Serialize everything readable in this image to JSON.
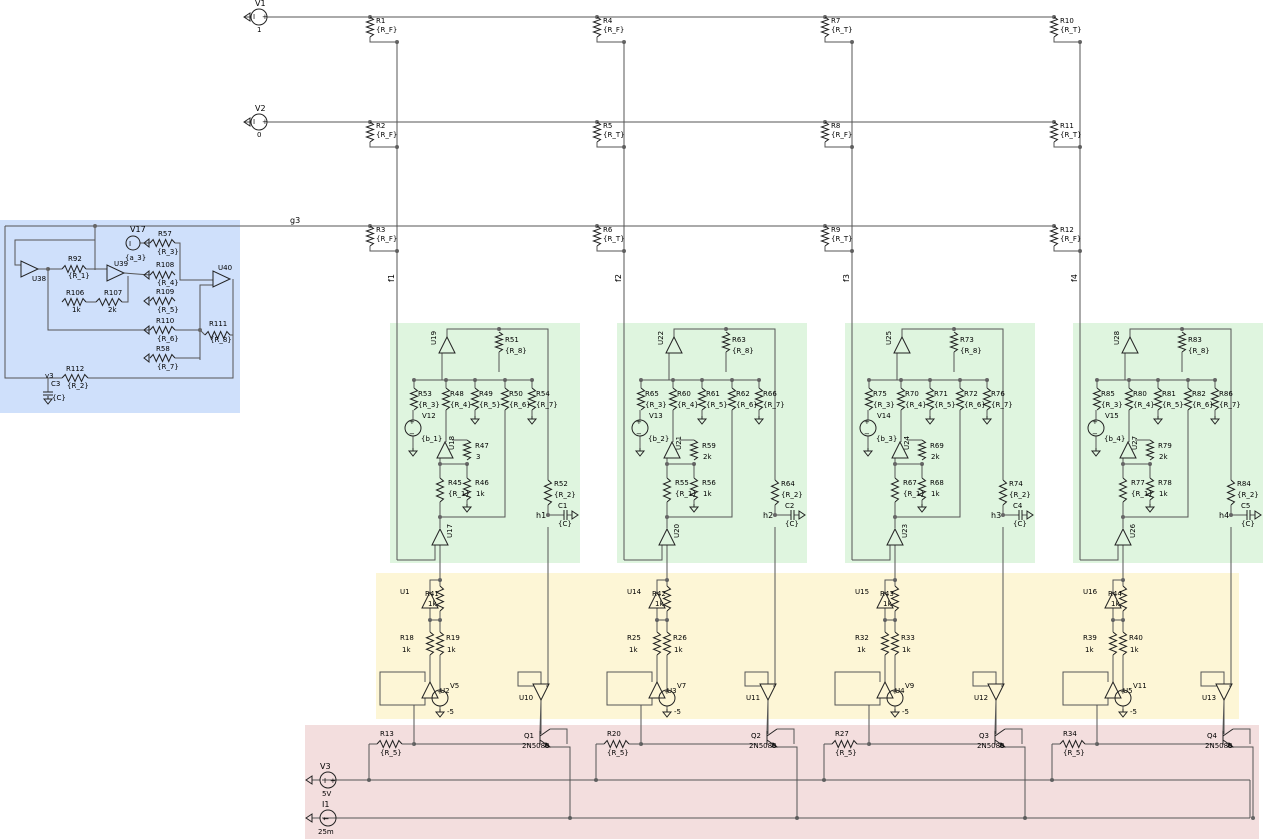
{
  "sources": {
    "v1": {
      "name": "V1",
      "value": "1"
    },
    "v2": {
      "name": "V2",
      "value": "0"
    }
  },
  "net_g3": "g3",
  "input_resistors": [
    {
      "col": 0,
      "row": 0,
      "name": "R1",
      "value": "{R_F}"
    },
    {
      "col": 1,
      "row": 0,
      "name": "R4",
      "value": "{R_F}"
    },
    {
      "col": 2,
      "row": 0,
      "name": "R7",
      "value": "{R_T}"
    },
    {
      "col": 3,
      "row": 0,
      "name": "R10",
      "value": "{R_T}"
    },
    {
      "col": 0,
      "row": 1,
      "name": "R2",
      "value": "{R_F}"
    },
    {
      "col": 1,
      "row": 1,
      "name": "R5",
      "value": "{R_T}"
    },
    {
      "col": 2,
      "row": 1,
      "name": "R8",
      "value": "{R_F}"
    },
    {
      "col": 3,
      "row": 1,
      "name": "R11",
      "value": "{R_T}"
    },
    {
      "col": 0,
      "row": 2,
      "name": "R3",
      "value": "{R_F}"
    },
    {
      "col": 1,
      "row": 2,
      "name": "R6",
      "value": "{R_T}"
    },
    {
      "col": 2,
      "row": 2,
      "name": "R9",
      "value": "{R_T}"
    },
    {
      "col": 3,
      "row": 2,
      "name": "R12",
      "value": "{R_F}"
    }
  ],
  "blue_block": {
    "v17": {
      "name": "V17",
      "value": "{a_3}"
    },
    "opamps": [
      "U38",
      "U39",
      "U40"
    ],
    "resistors": [
      {
        "name": "R57",
        "value": "{R_3}"
      },
      {
        "name": "R92",
        "value": "{R_1}"
      },
      {
        "name": "R108",
        "value": "{R_4}"
      },
      {
        "name": "R106",
        "value": "1k"
      },
      {
        "name": "R107",
        "value": "2k"
      },
      {
        "name": "R109",
        "value": "{R_5}"
      },
      {
        "name": "R110",
        "value": "{R_6}"
      },
      {
        "name": "R111",
        "value": "{R_8}"
      },
      {
        "name": "R58",
        "value": "{R_7}"
      },
      {
        "name": "R112",
        "value": "{R_2}"
      }
    ],
    "cap": {
      "name": "C3",
      "value": "{C}",
      "net": "v3"
    }
  },
  "neurons": [
    {
      "fnet": "f1",
      "hnet": "h1",
      "opamps": {
        "top": "U19",
        "mid": "U18",
        "bot": "U17"
      },
      "r_top": {
        "name": "R51",
        "value": "{R_8}"
      },
      "r_row": [
        {
          "name": "R53",
          "value": "{R_3}"
        },
        {
          "name": "R48",
          "value": "{R_4}"
        },
        {
          "name": "R49",
          "value": "{R_5}"
        },
        {
          "name": "R50",
          "value": "{R_6}"
        },
        {
          "name": "R54",
          "value": "{R_7}"
        }
      ],
      "src": {
        "name": "V12",
        "value": "{b_1}"
      },
      "r_mid": {
        "name": "R47",
        "value": "3"
      },
      "r_a": {
        "name": "R45",
        "value": "{R_1}"
      },
      "r_b": {
        "name": "R46",
        "value": "1k"
      },
      "r_out": {
        "name": "R52",
        "value": "{R_2}"
      },
      "cap": {
        "name": "C1",
        "value": "{C}"
      },
      "y": {
        "opamps": [
          "U1",
          "U2",
          "U10"
        ],
        "r41": {
          "name": "R41",
          "value": "1k"
        },
        "r18": {
          "name": "R18",
          "value": "1k"
        },
        "r19": {
          "name": "R19",
          "value": "1k"
        },
        "vs": {
          "name": "V5",
          "value": "-5"
        }
      },
      "p": {
        "r": {
          "name": "R13",
          "value": "{R_5}"
        },
        "q": {
          "name": "Q1",
          "value": "2N5088"
        }
      }
    },
    {
      "fnet": "f2",
      "hnet": "h2",
      "opamps": {
        "top": "U22",
        "mid": "U21",
        "bot": "U20"
      },
      "r_top": {
        "name": "R63",
        "value": "{R_8}"
      },
      "r_row": [
        {
          "name": "R65",
          "value": "{R_3}"
        },
        {
          "name": "R60",
          "value": "{R_4}"
        },
        {
          "name": "R61",
          "value": "{R_5}"
        },
        {
          "name": "R62",
          "value": "{R_6}"
        },
        {
          "name": "R66",
          "value": "{R_7}"
        }
      ],
      "src": {
        "name": "V13",
        "value": "{b_2}"
      },
      "r_mid": {
        "name": "R59",
        "value": "2k"
      },
      "r_a": {
        "name": "R55",
        "value": "{R_1}"
      },
      "r_b": {
        "name": "R56",
        "value": "1k"
      },
      "r_out": {
        "name": "R64",
        "value": "{R_2}"
      },
      "cap": {
        "name": "C2",
        "value": "{C}"
      },
      "y": {
        "opamps": [
          "U14",
          "U3",
          "U11"
        ],
        "r41": {
          "name": "R42",
          "value": "1k"
        },
        "r18": {
          "name": "R25",
          "value": "1k"
        },
        "r19": {
          "name": "R26",
          "value": "1k"
        },
        "vs": {
          "name": "V7",
          "value": "-5"
        }
      },
      "p": {
        "r": {
          "name": "R20",
          "value": "{R_5}"
        },
        "q": {
          "name": "Q2",
          "value": "2N5088"
        }
      }
    },
    {
      "fnet": "f3",
      "hnet": "h3",
      "opamps": {
        "top": "U25",
        "mid": "U24",
        "bot": "U23"
      },
      "r_top": {
        "name": "R73",
        "value": "{R_8}"
      },
      "r_row": [
        {
          "name": "R75",
          "value": "{R_3}"
        },
        {
          "name": "R70",
          "value": "{R_4}"
        },
        {
          "name": "R71",
          "value": "{R_5}"
        },
        {
          "name": "R72",
          "value": "{R_6}"
        },
        {
          "name": "R76",
          "value": "{R_7}"
        }
      ],
      "src": {
        "name": "V14",
        "value": "{b_3}"
      },
      "r_mid": {
        "name": "R69",
        "value": "2k"
      },
      "r_a": {
        "name": "R67",
        "value": "{R_1}"
      },
      "r_b": {
        "name": "R68",
        "value": "1k"
      },
      "r_out": {
        "name": "R74",
        "value": "{R_2}"
      },
      "cap": {
        "name": "C4",
        "value": "{C}"
      },
      "y": {
        "opamps": [
          "U15",
          "U4",
          "U12"
        ],
        "r41": {
          "name": "R43",
          "value": "1k"
        },
        "r18": {
          "name": "R32",
          "value": "1k"
        },
        "r19": {
          "name": "R33",
          "value": "1k"
        },
        "vs": {
          "name": "V9",
          "value": "-5"
        }
      },
      "p": {
        "r": {
          "name": "R27",
          "value": "{R_5}"
        },
        "q": {
          "name": "Q3",
          "value": "2N5088"
        }
      }
    },
    {
      "fnet": "f4",
      "hnet": "h4",
      "opamps": {
        "top": "U28",
        "mid": "U27",
        "bot": "U26"
      },
      "r_top": {
        "name": "R83",
        "value": "{R_8}"
      },
      "r_row": [
        {
          "name": "R85",
          "value": "{R_3}"
        },
        {
          "name": "R80",
          "value": "{R_4}"
        },
        {
          "name": "R81",
          "value": "{R_5}"
        },
        {
          "name": "R82",
          "value": "{R_6}"
        },
        {
          "name": "R86",
          "value": "{R_7}"
        }
      ],
      "src": {
        "name": "V15",
        "value": "{b_4}"
      },
      "r_mid": {
        "name": "R79",
        "value": "2k"
      },
      "r_a": {
        "name": "R77",
        "value": "{R_1}"
      },
      "r_b": {
        "name": "R78",
        "value": "1k"
      },
      "r_out": {
        "name": "R84",
        "value": "{R_2}"
      },
      "cap": {
        "name": "C5",
        "value": "{C}"
      },
      "y": {
        "opamps": [
          "U16",
          "U5",
          "U13"
        ],
        "r41": {
          "name": "R44",
          "value": "1k"
        },
        "r18": {
          "name": "R39",
          "value": "1k"
        },
        "r19": {
          "name": "R40",
          "value": "1k"
        },
        "vs": {
          "name": "V11",
          "value": "-5"
        }
      },
      "p": {
        "r": {
          "name": "R34",
          "value": "{R_5}"
        },
        "q": {
          "name": "Q4",
          "value": "2N5088"
        }
      }
    }
  ],
  "bottom_sources": {
    "v3": {
      "name": "V3",
      "value": "5V"
    },
    "i1": {
      "name": "I1",
      "value": "25m"
    }
  },
  "colors": {
    "blue_region": "#cfe0fb",
    "green_region": "#dff5df",
    "yellow_region": "#fdf6d6",
    "pink_region": "#f3dede",
    "wire": "#555555"
  }
}
